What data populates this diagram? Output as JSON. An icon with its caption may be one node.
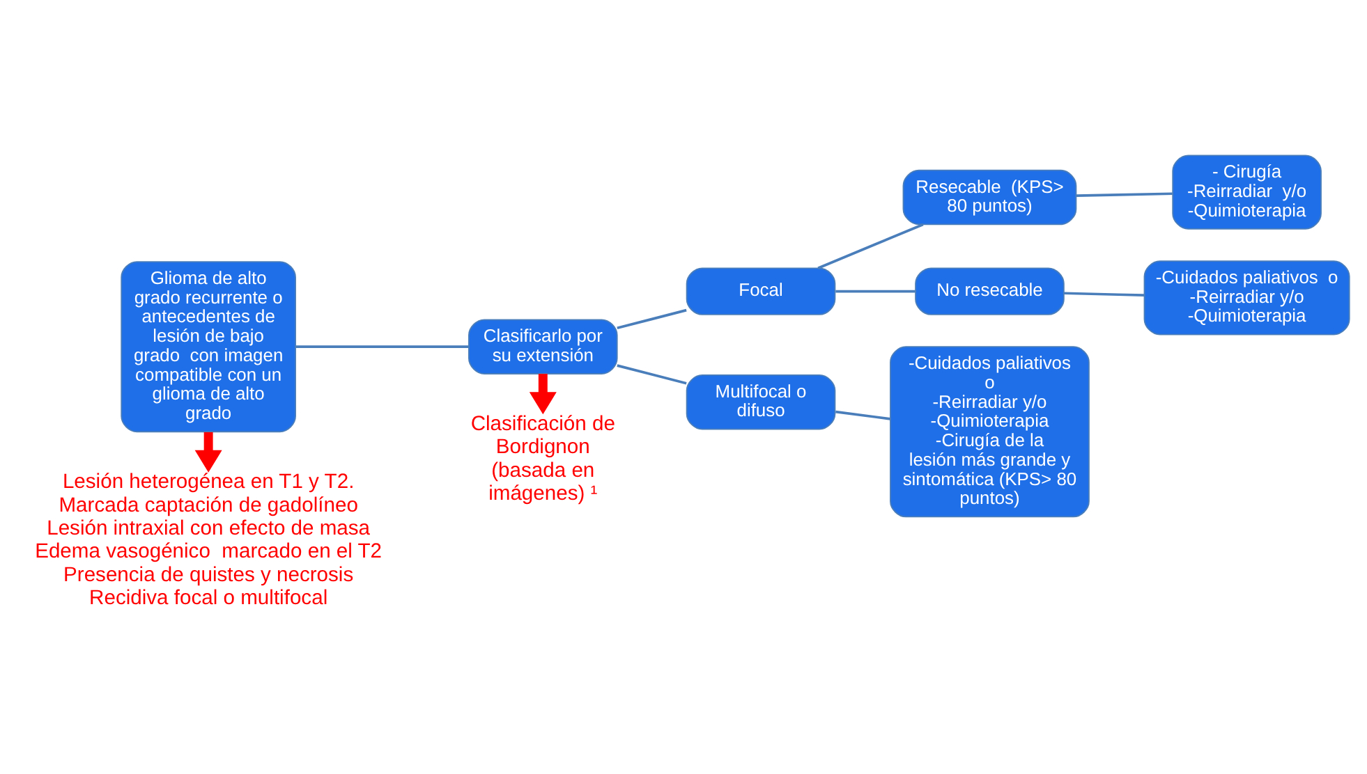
{
  "diagram": {
    "nodes": [
      {
        "text": [
          "Glioma de alto grado recurrente o antecedentes de lesión de bajo grado  con imagen compatible con un glioma de alto grado"
        ]
      },
      {
        "text": [
          "Clasificarlo por su extensión"
        ]
      },
      {
        "text": [
          "Focal"
        ]
      },
      {
        "text": [
          "Multifocal o difuso"
        ]
      },
      {
        "text": [
          "Resecable  (KPS> 80 puntos)"
        ]
      },
      {
        "text": [
          "No resecable"
        ]
      },
      {
        "text": [
          "- Cirugía",
          "-Reirradiar  y/o",
          "-Quimioterapia"
        ]
      },
      {
        "text": [
          "-Cuidados paliativos  o",
          "-Reirradiar y/o",
          "-Quimioterapia"
        ]
      },
      {
        "text": [
          "-Cuidados paliativos  o",
          "-Reirradiar y/o",
          "-Quimioterapia",
          "-Cirugía de la lesión más grande y sintomática (KPS> 80 puntos)"
        ]
      },
      {
        "text": [
          "Lesión heterogénea en T1 y T2.",
          "Marcada captación de gadolíneo",
          "Lesión intraxial con efecto de masa",
          "Edema vasogénico  marcado en el T2",
          "Presencia de quistes y necrosis",
          "Recidiva focal o multifocal"
        ]
      },
      {
        "text": [
          "Clasificación de Bordignon (basada en imágenes) ¹"
        ]
      }
    ],
    "edges": [
      {
        "from": 0,
        "to": 1,
        "arrow": "none"
      },
      {
        "from": 1,
        "to": 2,
        "arrow": "none"
      },
      {
        "from": 1,
        "to": 3,
        "arrow": "none"
      },
      {
        "from": 2,
        "to": 4,
        "arrow": "none"
      },
      {
        "from": 2,
        "to": 5,
        "arrow": "none"
      },
      {
        "from": 4,
        "to": 6,
        "arrow": "none"
      },
      {
        "from": 5,
        "to": 7,
        "arrow": "none"
      },
      {
        "from": 3,
        "to": 8,
        "arrow": "none"
      },
      {
        "from": 0,
        "to": 9,
        "arrow": "to",
        "style": "thick",
        "color": "#ff0000"
      },
      {
        "from": 1,
        "to": 10,
        "arrow": "to",
        "style": "thick",
        "color": "#ff0000"
      }
    ]
  }
}
